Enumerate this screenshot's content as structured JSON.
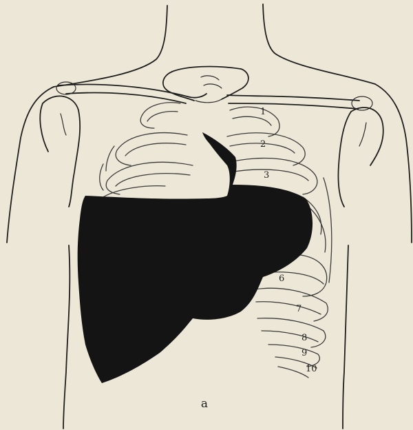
{
  "figure": {
    "background": "#ece7d6",
    "ink": "#1e1e1e",
    "mass_fill": "#141414",
    "rib_numbers": [
      "1",
      "2",
      "3",
      "6",
      "7",
      "8",
      "9",
      "10"
    ],
    "caption": "a"
  }
}
